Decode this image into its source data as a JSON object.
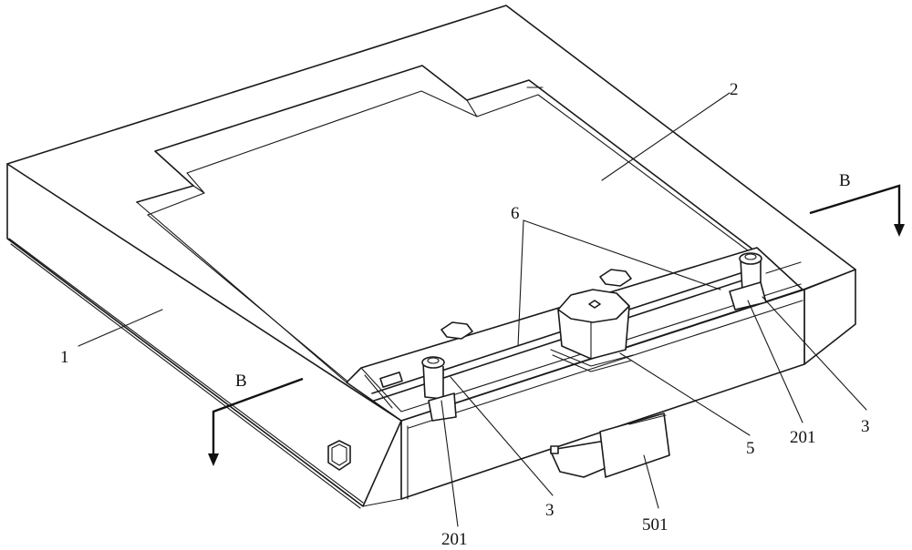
{
  "labels": {
    "l1": "1",
    "l2": "2",
    "l3a": "3",
    "l3b": "3",
    "l5": "5",
    "l6": "6",
    "l201a": "201",
    "l201b": "201",
    "l501": "501",
    "bLeft": "B",
    "bRight": "B"
  }
}
